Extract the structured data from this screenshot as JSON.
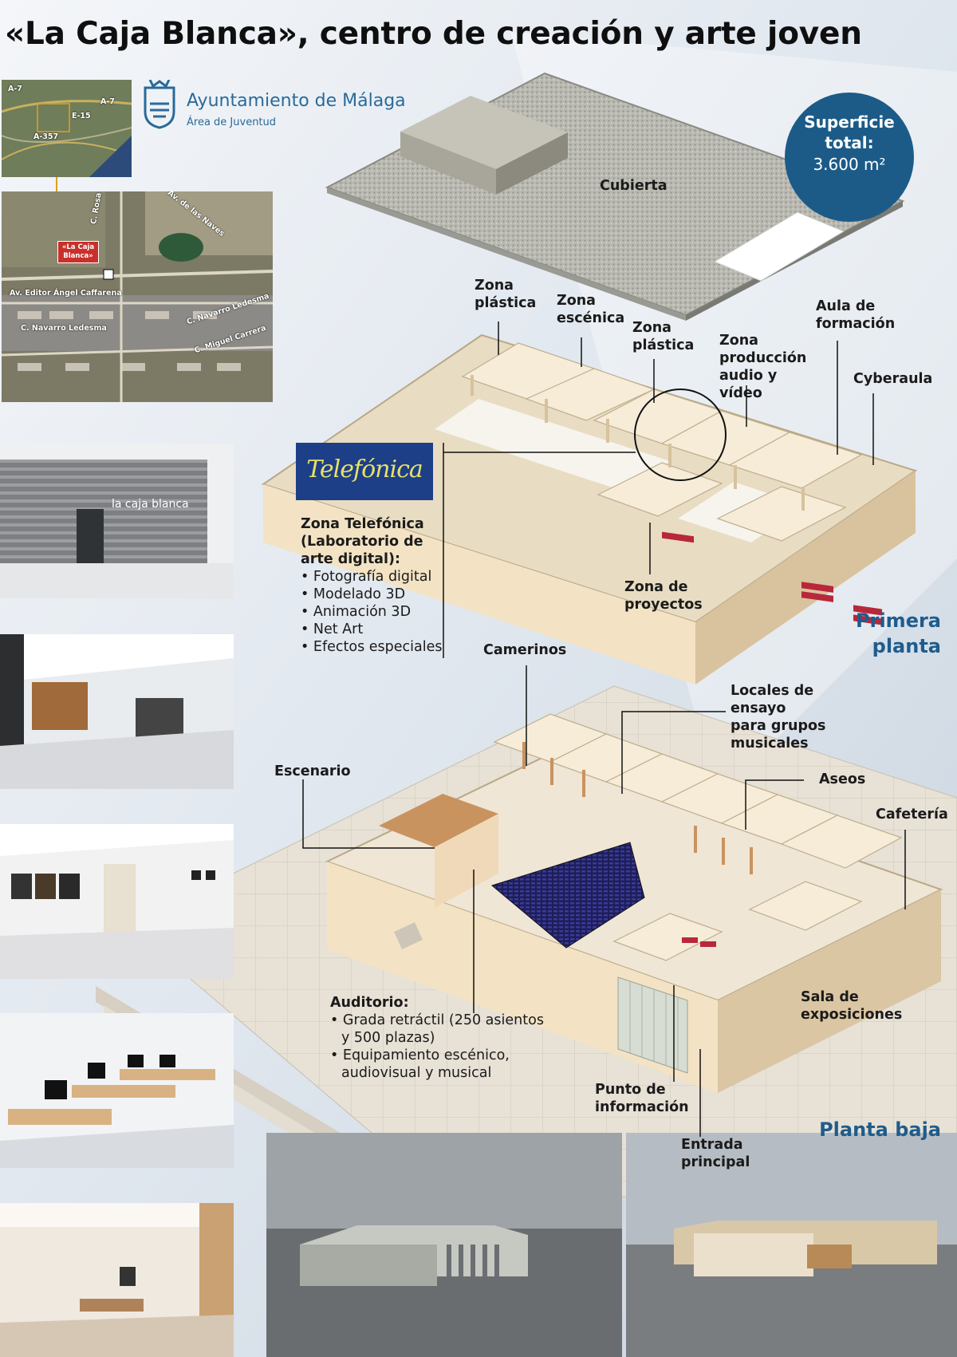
{
  "title": "«La Caja Blanca», centro de creación y arte joven",
  "city": {
    "name": "Ayuntamiento de Málaga",
    "area": "Área de Juventud"
  },
  "surface": {
    "line1": "Superficie",
    "line2": "total:",
    "value": "3.600 m²"
  },
  "maps": {
    "small": {
      "labels": [
        "A-7",
        "A-7",
        "E-15",
        "A-357"
      ]
    },
    "large": {
      "marker": "«La Caja Blanca»",
      "streets": [
        "Av. de las Naves",
        "C. Rosa García Ascot",
        "Av. Editor Ángel Caffarena",
        "C. Navarro Ledesma",
        "C. Navarro Ledesma",
        "C. Miguel Carrera"
      ]
    }
  },
  "photos": {
    "facade_sign": "la caja blanca"
  },
  "labels": {
    "cubierta": "Cubierta",
    "zona_plastica_1": "Zona plástica",
    "zona_escenica": "Zona escénica",
    "zona_plastica_2": "Zona plástica",
    "zona_produccion": "Zona producción audio y vídeo",
    "aula_formacion": "Aula de formación",
    "cyberaula": "Cyberaula",
    "zona_proyectos": "Zona de proyectos",
    "camerinos": "Camerinos",
    "locales_ensayo": "Locales de ensayo para grupos musicales",
    "aseos": "Aseos",
    "cafeteria": "Cafetería",
    "escenario": "Escenario",
    "sala_exposiciones": "Sala de exposiciones",
    "punto_informacion": "Punto de información",
    "entrada_principal": "Entrada principal"
  },
  "telefonica": {
    "logo": "Telefónica",
    "heading": "Zona Telefónica (Laboratorio de arte digital):",
    "items": [
      "Fotografía digital",
      "Modelado 3D",
      "Animación 3D",
      "Net Art",
      "Efectos especiales"
    ]
  },
  "auditorio": {
    "heading": "Auditorio:",
    "items": [
      "Grada retráctil (250 asientos y 500 plazas)",
      "Equipamiento escénico, audiovisual y musical"
    ]
  },
  "floors": {
    "primera": "Primera planta",
    "baja": "Planta baja"
  },
  "colors": {
    "title_blue": "#1f5c8c",
    "badge_blue": "#1c5b88",
    "telefonica_blue": "#1d3f87",
    "wall": "#f0e2c8",
    "seat_red": "#b8283a",
    "seat_blue": "#2a2a7a"
  }
}
